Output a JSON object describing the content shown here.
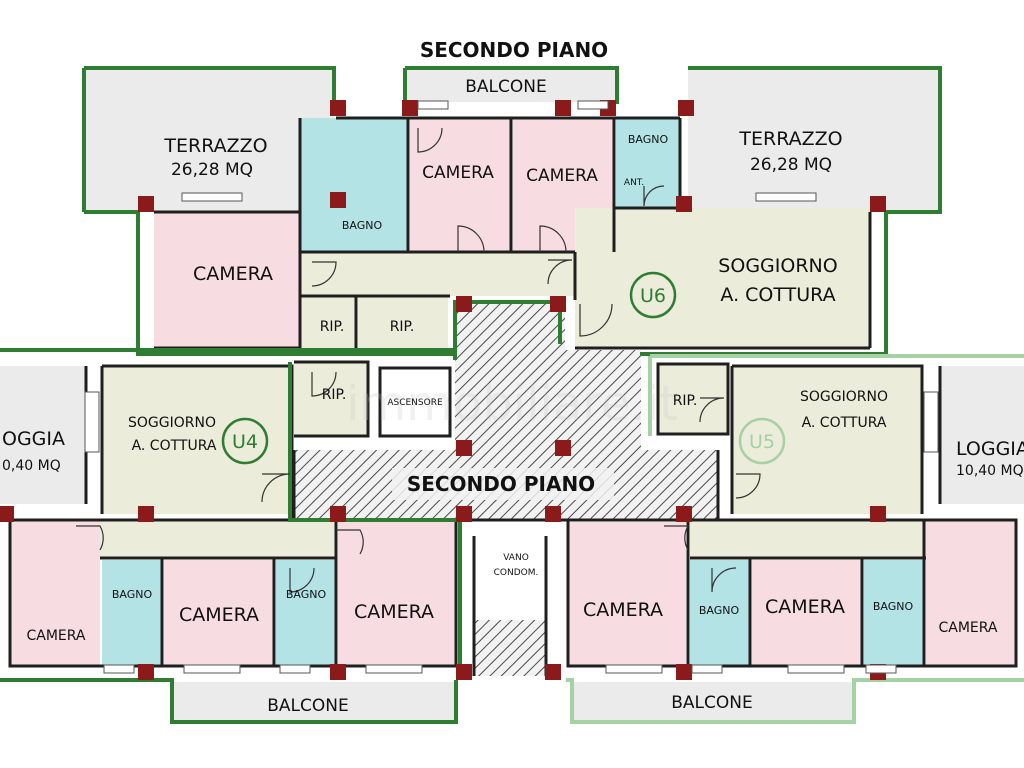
{
  "header": {
    "title": "SECONDO PIANO"
  },
  "center": {
    "title": "SECONDO PIANO"
  },
  "units": {
    "u4": "U4",
    "u5": "U5",
    "u6": "U6"
  },
  "rooms": {
    "balcone_top": "BALCONE",
    "terrazzo_left": "TERRAZZO",
    "terrazzo_left_area": "26,28 MQ",
    "terrazzo_right": "TERRAZZO",
    "terrazzo_right_area": "26,28 MQ",
    "u6_bagno_left": "BAGNO",
    "u6_camera_1": "CAMERA",
    "u6_camera_2": "CAMERA",
    "u6_bagno_right": "BAGNO",
    "u6_ant": "ANT.",
    "u6_camera_large": "CAMERA",
    "u6_soggiorno_1": "SOGGIORNO",
    "u6_soggiorno_2": "A. COTTURA",
    "rip_1": "RIP.",
    "rip_2": "RIP.",
    "rip_u4": "RIP.",
    "rip_u5": "RIP.",
    "ascensore": "ASCENSORE",
    "loggia_left_1": "OGGIA",
    "loggia_left_2": "0,40 MQ",
    "u4_soggiorno_1": "SOGGIORNO",
    "u4_soggiorno_2": "A. COTTURA",
    "u5_soggiorno_1": "SOGGIORNO",
    "u5_soggiorno_2": "A. COTTURA",
    "loggia_right_1": "LOGGIA",
    "loggia_right_2": "10,40 MQ",
    "u4_camera_left": "CAMERA",
    "u4_bagno_1": "BAGNO",
    "u4_camera_mid": "CAMERA",
    "u4_bagno_2": "BAGNO",
    "u4_camera_right": "CAMERA",
    "vano_1": "VANO",
    "vano_2": "CONDOM.",
    "u5_camera_left": "CAMERA",
    "u5_bagno_1": "BAGNO",
    "u5_camera_mid": "CAMERA",
    "u5_bagno_2": "BAGNO",
    "u5_camera_right": "CAMERA",
    "balcone_bottom_left": "BALCONE",
    "balcone_bottom_right": "BALCONE"
  },
  "watermark": "immobiliare.it",
  "colors": {
    "camera": "#f7dde2",
    "bagno": "#b3e3e5",
    "soggiorno": "#ebecda",
    "terrace": "#ebebeb",
    "rip": "#ebecda",
    "corridor": "#ebecda",
    "wall_dark": "#1f1f1f",
    "pillar": "#8b1a1a",
    "green_dark": "#2e7d32",
    "green_light": "#a6d1a4"
  }
}
